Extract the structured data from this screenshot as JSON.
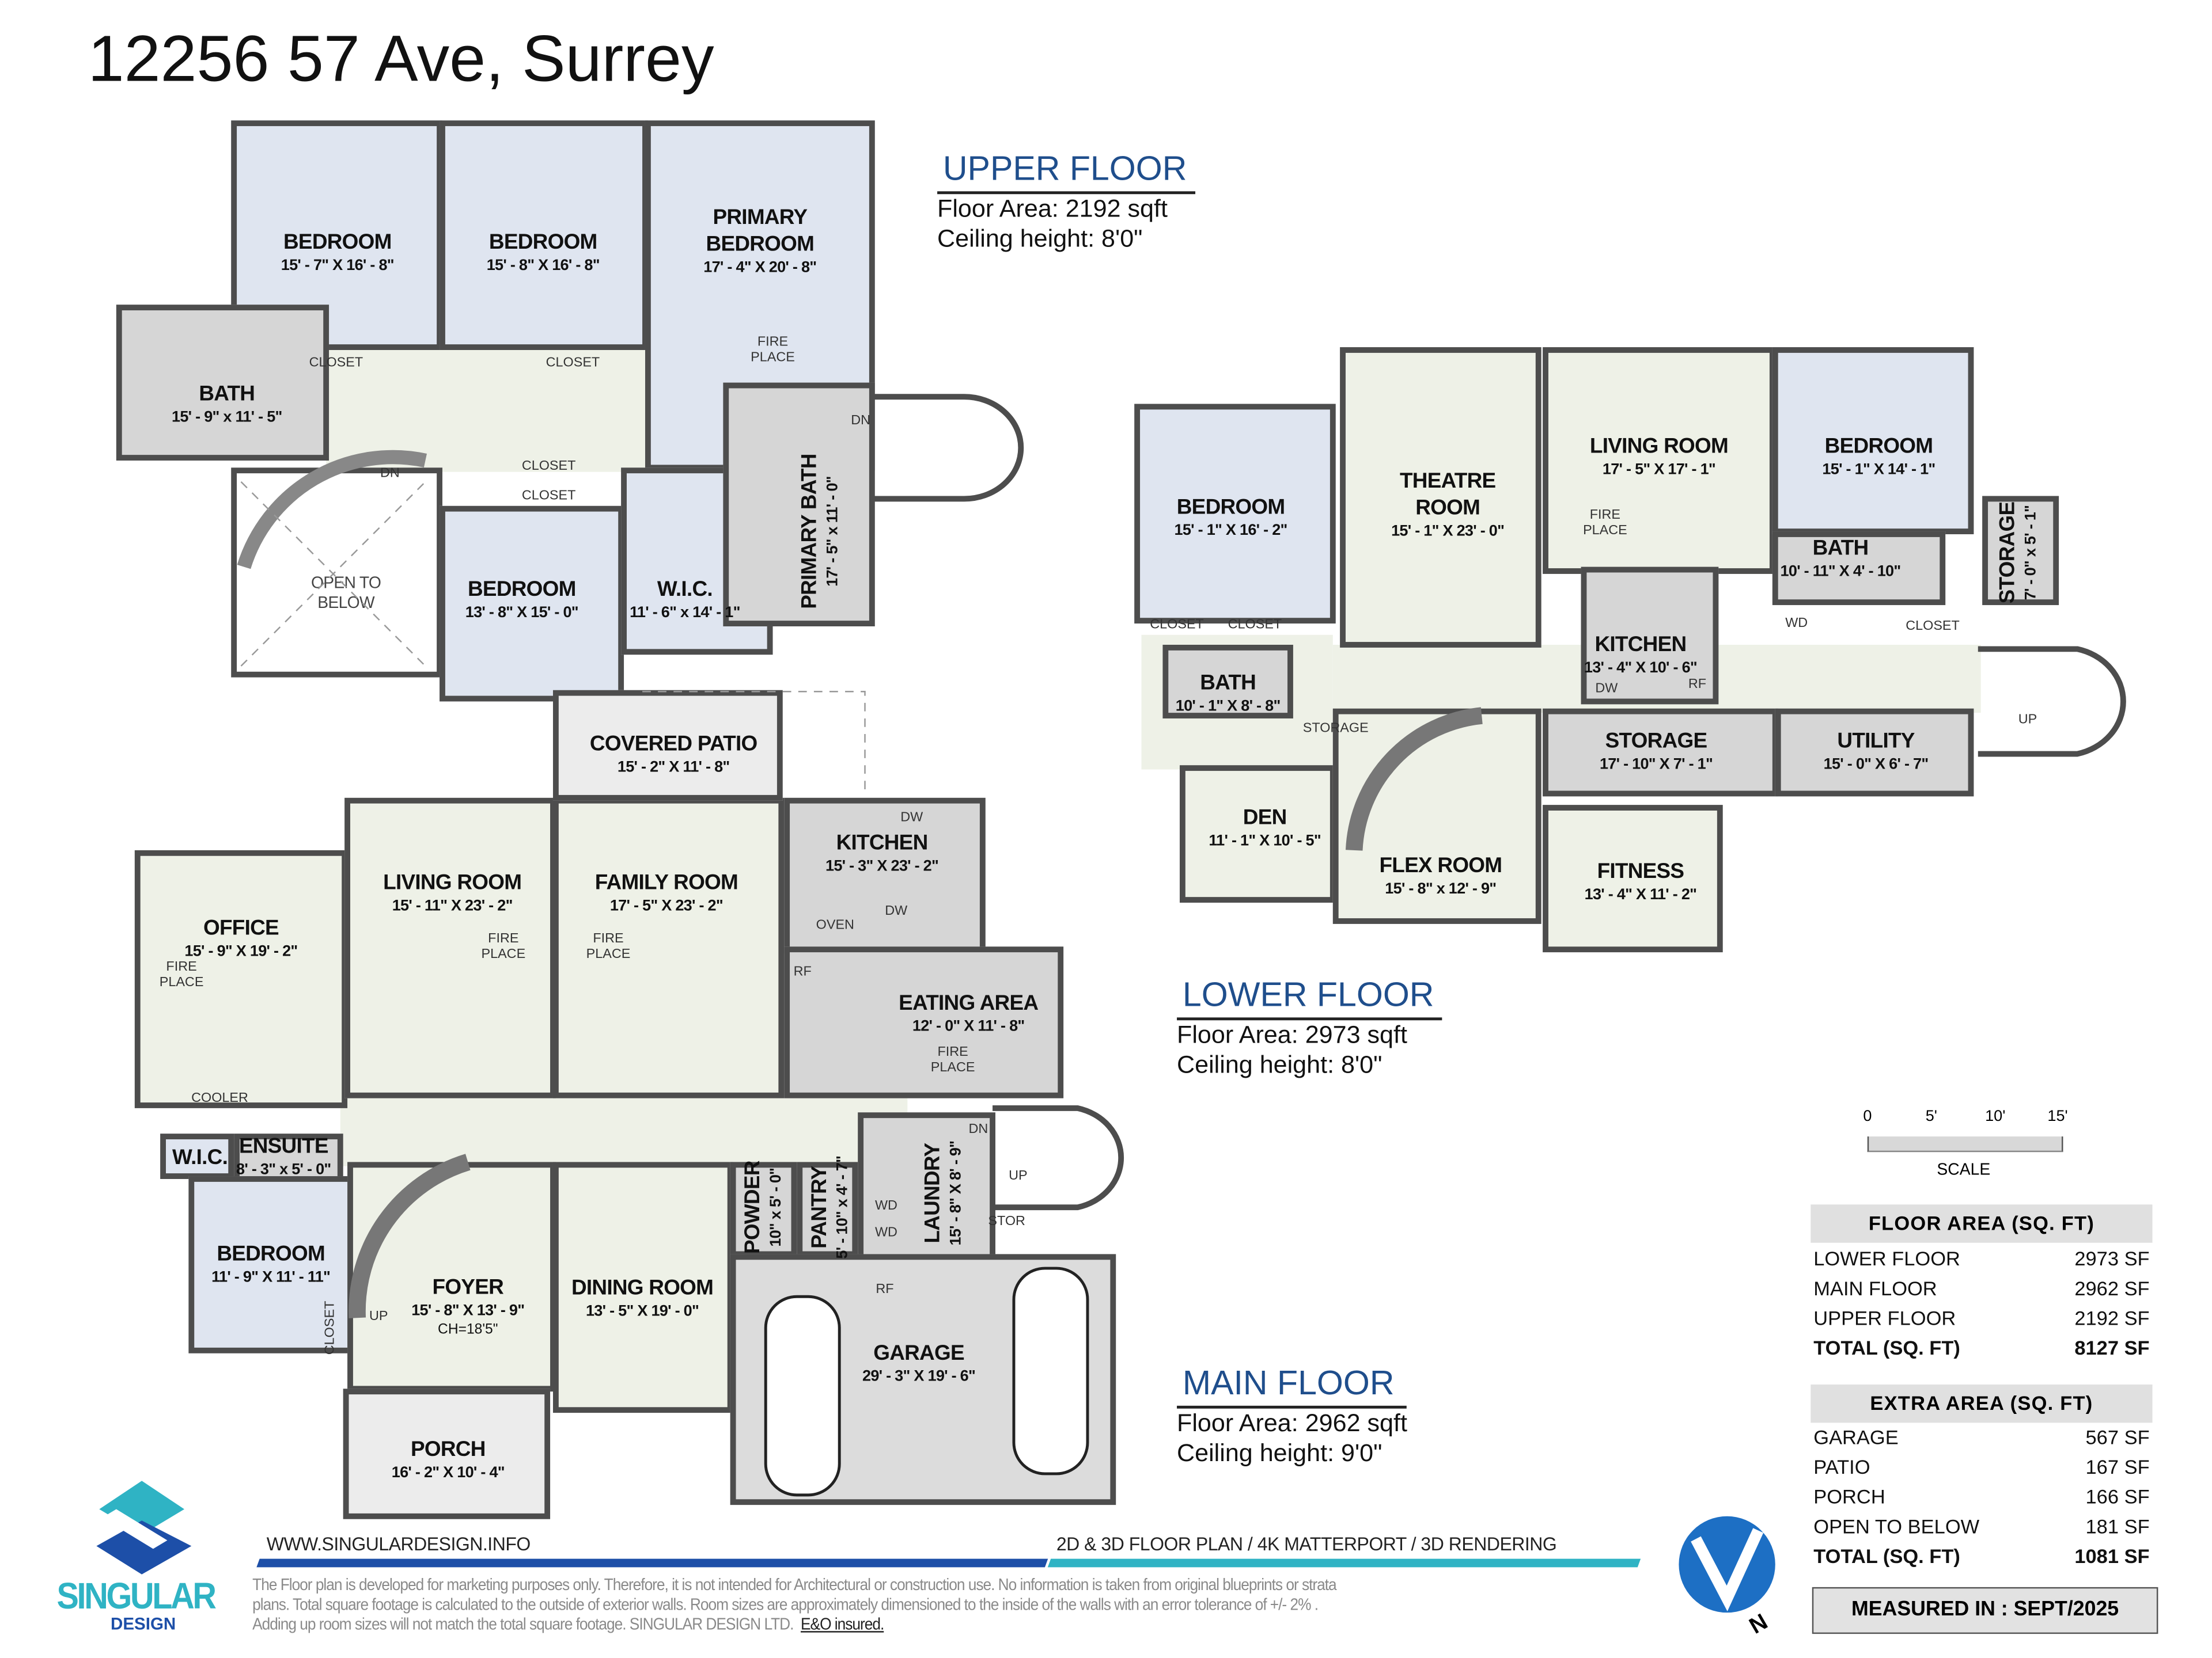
{
  "title": "12256 57 Ave, Surrey",
  "colors": {
    "heading_blue": "#1f4e8c",
    "wall": "#4d4d4d",
    "bedroom_fill": "#dfe5f0",
    "living_fill": "#eef1e7",
    "wet_fill": "#d6d6d6",
    "brand_blue": "#1d4fa8",
    "brand_teal": "#2fb3c4"
  },
  "floors": {
    "upper": {
      "heading": "UPPER FLOOR",
      "floor_area": "Floor Area: 2192 sqft",
      "ceiling": "Ceiling height: 8'0\"",
      "rooms": [
        {
          "name": "BEDROOM",
          "dims": "15' - 7\" X 16' - 8\""
        },
        {
          "name": "BEDROOM",
          "dims": "15' - 8\" X 16' - 8\""
        },
        {
          "name": "PRIMARY BEDROOM",
          "dims": "17' - 4\" X 20' - 8\""
        },
        {
          "name": "BATH",
          "dims": "15' - 9\" x 11' - 5\""
        },
        {
          "name": "OPEN TO BELOW"
        },
        {
          "name": "BEDROOM",
          "dims": "13' - 8\" X 15' - 0\""
        },
        {
          "name": "W.I.C.",
          "dims": "11' - 6\" x 14' - 1\""
        },
        {
          "name": "PRIMARY BATH",
          "dims": "17' - 5\" x 11' - 0\""
        }
      ],
      "labels": [
        "CLOSET",
        "CLOSET",
        "CLOSET",
        "CLOSET",
        "FIRE PLACE",
        "DN",
        "DN"
      ]
    },
    "main": {
      "heading": "MAIN FLOOR",
      "floor_area": "Floor Area: 2962 sqft",
      "ceiling": "Ceiling height: 9'0\"",
      "rooms": [
        {
          "name": "OFFICE",
          "dims": "15' - 9\" X 19' - 2\""
        },
        {
          "name": "LIVING ROOM",
          "dims": "15' - 11\" X 23' - 2\""
        },
        {
          "name": "FAMILY ROOM",
          "dims": "17' - 5\" X 23' - 2\""
        },
        {
          "name": "KITCHEN",
          "dims": "15' - 3\" X 23' - 2\""
        },
        {
          "name": "EATING AREA",
          "dims": "12' - 0\" X 11' - 8\""
        },
        {
          "name": "W.I.C."
        },
        {
          "name": "ENSUITE",
          "dims": "8' - 3\" x 5' - 0\""
        },
        {
          "name": "BEDROOM",
          "dims": "11' - 9\" X 11' - 11\""
        },
        {
          "name": "FOYER",
          "dims": "15' - 8\" X 13' - 9\"",
          "note": "CH=18'5\""
        },
        {
          "name": "DINING ROOM",
          "dims": "13' - 5\" X 19' - 0\""
        },
        {
          "name": "PORCH",
          "dims": "16' - 2\" X 10' - 4\""
        },
        {
          "name": "POWDER",
          "dims": "10\" x 5' - 0\""
        },
        {
          "name": "PANTRY",
          "dims": "5' - 10\" x 4' - 7\""
        },
        {
          "name": "LAUNDRY",
          "dims": "15' - 8\" X 8' - 9\""
        },
        {
          "name": "GARAGE",
          "dims": "29' - 3\" X 19' - 6\""
        },
        {
          "name": "COVERED PATIO",
          "dims": "15' - 2\" X 11' - 8\""
        }
      ],
      "labels": [
        "FIRE PLACE",
        "FIRE PLACE",
        "FIRE PLACE",
        "OVEN",
        "DW",
        "DW",
        "RF",
        "FIRE PLACE",
        "COOLER",
        "CLOSET",
        "UP",
        "WD",
        "WD",
        "RF",
        "STOR",
        "DN",
        "UP"
      ]
    },
    "lower": {
      "heading": "LOWER FLOOR",
      "floor_area": "Floor Area: 2973 sqft",
      "ceiling": "Ceiling height: 8'0\"",
      "rooms": [
        {
          "name": "BEDROOM",
          "dims": "15' - 1\" X 16' - 2\""
        },
        {
          "name": "THEATRE ROOM",
          "dims": "15' - 1\" X 23' - 0\""
        },
        {
          "name": "LIVING ROOM",
          "dims": "17' - 5\" X 17' - 1\""
        },
        {
          "name": "BEDROOM",
          "dims": "15' - 1\" X 14' - 1\""
        },
        {
          "name": "BATH",
          "dims": "10' - 11\" X 4' - 10\""
        },
        {
          "name": "STORAGE",
          "dims": "7' - 0\" x 5' - 1\""
        },
        {
          "name": "KITCHEN",
          "dims": "13' - 4\" X 10' - 6\""
        },
        {
          "name": "BATH",
          "dims": "10' - 1\" X 8' - 8\""
        },
        {
          "name": "DEN",
          "dims": "11' - 1\" X 10' - 5\""
        },
        {
          "name": "FLEX ROOM",
          "dims": "15' - 8\" x 12' - 9\""
        },
        {
          "name": "STORAGE",
          "dims": "17' - 10\" X 7' - 1\""
        },
        {
          "name": "UTILITY",
          "dims": "15' - 0\" X 6' - 7\""
        },
        {
          "name": "FITNESS",
          "dims": "13' - 4\" X 11' - 2\""
        }
      ],
      "labels": [
        "CLOSET",
        "CLOSET",
        "FIRE PLACE",
        "WD",
        "CLOSET",
        "DW",
        "RF",
        "STORAGE",
        "UP"
      ]
    }
  },
  "scale": {
    "ticks": [
      "0",
      "5'",
      "10'",
      "15'"
    ],
    "label": "SCALE"
  },
  "floor_area_table": {
    "header": "FLOOR AREA (SQ. FT)",
    "rows": [
      {
        "label": "LOWER FLOOR",
        "value": "2973 SF"
      },
      {
        "label": "MAIN FLOOR",
        "value": "2962 SF"
      },
      {
        "label": "UPPER FLOOR",
        "value": "2192 SF"
      }
    ],
    "total": {
      "label": "TOTAL (SQ. FT)",
      "value": "8127 SF"
    }
  },
  "extra_area_table": {
    "header": "EXTRA AREA (SQ. FT)",
    "rows": [
      {
        "label": "GARAGE",
        "value": "567 SF"
      },
      {
        "label": "PATIO",
        "value": "167 SF"
      },
      {
        "label": "PORCH",
        "value": "166 SF"
      },
      {
        "label": "OPEN TO BELOW",
        "value": "181 SF"
      }
    ],
    "total": {
      "label": "TOTAL (SQ. FT)",
      "value": "1081 SF"
    }
  },
  "measured": "MEASURED IN : SEPT/2025",
  "brand": {
    "name": "SINGULAR",
    "sub": "DESIGN"
  },
  "compass": "N",
  "footer": {
    "website": "WWW.SINGULARDESIGN.INFO",
    "services": "2D & 3D FLOOR PLAN / 4K MATTERPORT / 3D RENDERING",
    "disclaimer": [
      "The Floor plan is developed for marketing purposes only. Therefore, it is not intended for Architectural or construction use. No information is taken from original blueprints or strata",
      "plans. Total square footage is calculated to the outside of exterior walls. Room sizes are approximately dimensioned to the inside of the walls with an error tolerance of +/- 2% .",
      "Adding up room sizes will not match the total square footage. SINGULAR DESIGN LTD."
    ],
    "eo": "E&O insured."
  }
}
